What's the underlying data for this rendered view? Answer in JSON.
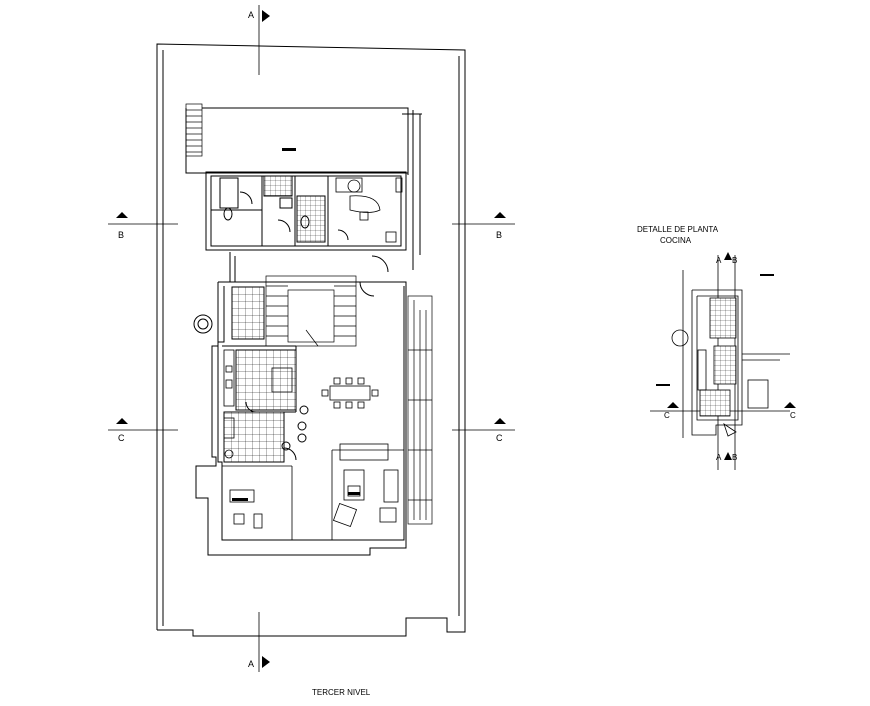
{
  "drawing": {
    "main_plan_title": "TERCER NIVEL",
    "detail_title_line1": "DETALLE DE PLANTA",
    "detail_title_line2": "COCINA"
  },
  "section_marks": {
    "a": "A",
    "b": "B",
    "c": "C"
  }
}
